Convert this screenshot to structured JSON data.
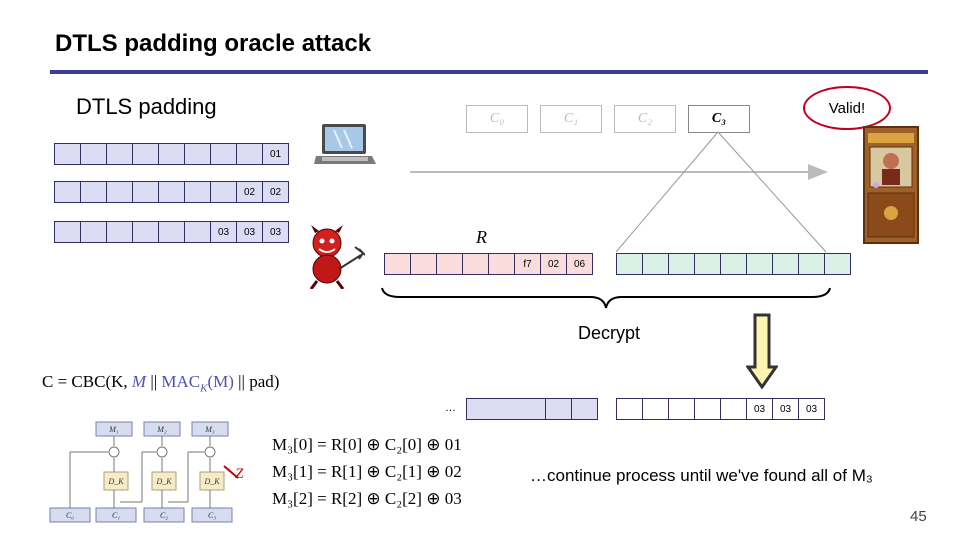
{
  "title": "DTLS padding oracle attack",
  "subtitle": "DTLS padding",
  "padding_rows": [
    [
      "",
      "",
      "",
      "",
      "",
      "",
      "",
      "",
      "01"
    ],
    [
      "",
      "",
      "",
      "",
      "",
      "",
      "",
      "02",
      "02"
    ],
    [
      "",
      "",
      "",
      "",
      "",
      "",
      "03",
      "03",
      "03"
    ]
  ],
  "cipher_blocks": [
    "C₀",
    "C₁",
    "C₂",
    "C₃"
  ],
  "oracle_reply": "Valid!",
  "r_label": "R",
  "r_row": [
    "",
    "",
    "",
    "",
    "",
    "f7",
    "02",
    "06"
  ],
  "decrypt_label": "Decrypt",
  "ellipsis": "…",
  "result_row": [
    "",
    "",
    "",
    "",
    "",
    "03",
    "03",
    "03"
  ],
  "formula": {
    "prefix": "C = CBC(K, ",
    "m": "M",
    "mid": " || ",
    "mac": "MAC",
    "mac_sub": "K",
    "mac_arg": "(M)",
    "suffix": " || pad)"
  },
  "equations": [
    "M₃[0] = R[0] ⊕ C₂[0] ⊕ 01",
    "M₃[1] = R[1] ⊕ C₂[1] ⊕ 02",
    "M₃[2] = R[2] ⊕ C₂[2] ⊕ 03"
  ],
  "continue_text": "…continue process until we've found all of M₃",
  "cbc_diagram": {
    "m_labels": [
      "M₁",
      "M₂",
      "M₃"
    ],
    "d_labels": [
      "D_K",
      "D_K",
      "D_K"
    ],
    "c_labels": [
      "C₀",
      "C₁",
      "C₂",
      "C₃"
    ]
  },
  "z_label": "Z",
  "page_number": "45",
  "colors": {
    "accent": "#3a3f9a",
    "bubble_border": "#c00020",
    "pad_blue": "#dcdcf5",
    "r_pink": "#fadcdc",
    "c3_green": "#daf2e6",
    "formula_blue": "#5050b0",
    "arrow_fill": "#fff4b0",
    "arrow_stroke": "#333333"
  }
}
